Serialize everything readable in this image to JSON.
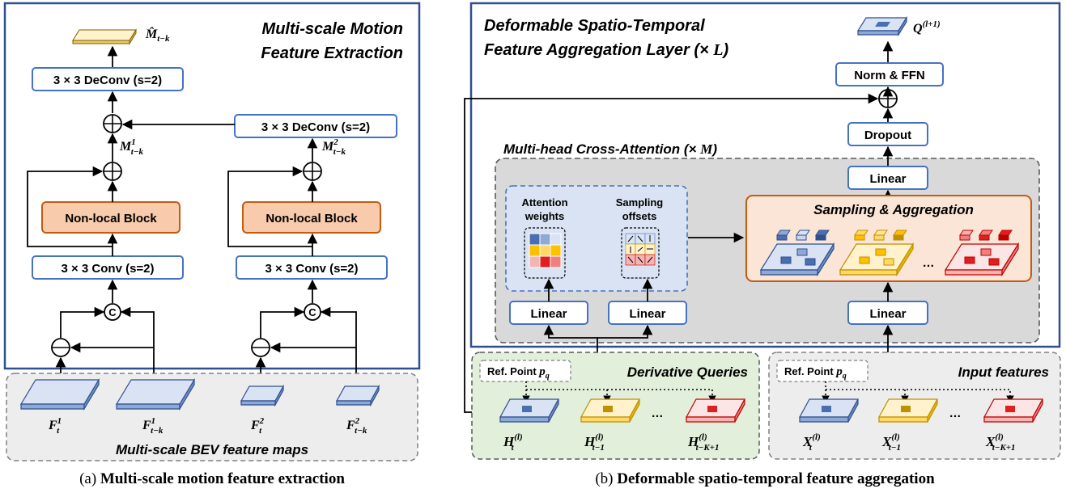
{
  "left_panel": {
    "title_line1": "Multi-scale Motion",
    "title_line2": "Feature Extraction",
    "output_label": "M̂",
    "output_sub": "t−k",
    "deconv_top": "3 × 3  DeConv (s=2)",
    "deconv_right": "3 × 3  DeConv (s=2)",
    "m1_label": "M",
    "m1_sup": "1",
    "m1_sub": "t−k",
    "m2_label": "M",
    "m2_sup": "2",
    "m2_sub": "t−k",
    "nonlocal_left": "Non-local Block",
    "nonlocal_right": "Non-local Block",
    "conv_left": "3 × 3 Conv (s=2)",
    "conv_right": "3 × 3 Conv (s=2)",
    "concat_symbol": "C",
    "bev_title": "Multi-scale BEV feature maps",
    "features": [
      {
        "name": "F",
        "sup": "1",
        "sub": "t"
      },
      {
        "name": "F",
        "sup": "1",
        "sub": "t−k"
      },
      {
        "name": "F",
        "sup": "2",
        "sub": "t"
      },
      {
        "name": "F",
        "sup": "2",
        "sub": "t−k"
      }
    ]
  },
  "right_panel": {
    "title_line1": "Deformable Spatio-Temporal",
    "title_line2": "Feature Aggregation Layer (× ",
    "title_L": "L",
    "title_close": ")",
    "output_label": "Q",
    "output_sup": "(l+1)",
    "norm_ffn": "Norm & FFN",
    "dropout": "Dropout",
    "mhca_title": "Multi-head Cross-Attention (× ",
    "mhca_M": "M",
    "mhca_close": ")",
    "linear_top": "Linear",
    "linear_left1": "Linear",
    "linear_left2": "Linear",
    "linear_right": "Linear",
    "attention_weights_1": "Attention",
    "attention_weights_2": "weights",
    "sampling_offsets_1": "Sampling",
    "sampling_offsets_2": "offsets",
    "sampling_aggregation": "Sampling & Aggregation",
    "ellipsis": "…",
    "derivative_queries": "Derivative Queries",
    "input_features": "Input features",
    "ref_point": "Ref. Point ",
    "ref_point_var": "p",
    "ref_point_sub": "q",
    "h_labels": [
      {
        "name": "H",
        "sup": "(l)",
        "sub": "t"
      },
      {
        "name": "H",
        "sup": "(l)",
        "sub": "t−1"
      },
      {
        "name": "H",
        "sup": "(l)",
        "sub": "t−K+1"
      }
    ],
    "x_labels": [
      {
        "name": "X",
        "sup": "(l)",
        "sub": "t"
      },
      {
        "name": "X",
        "sup": "(l)",
        "sub": "t−1"
      },
      {
        "name": "X",
        "sup": "(l)",
        "sub": "t−K+1"
      }
    ]
  },
  "captions": {
    "a_prefix": "(a) ",
    "a_text": "Multi-scale motion feature extraction",
    "b_prefix": "(b) ",
    "b_text": "Deformable spatio-temporal feature aggregation"
  },
  "colors": {
    "blue_border": "#2f4f8f",
    "box_border": "#4472c4",
    "orange_fill": "#f8cbad",
    "orange_border": "#c55a11",
    "gray_fill": "#d9d9d9",
    "green_fill": "#e2efda",
    "light_blue_fill": "#dae3f3",
    "blue_map": "#dae3f3",
    "yellow_map": "#fff2cc",
    "red_map": "#fbe5e5"
  }
}
